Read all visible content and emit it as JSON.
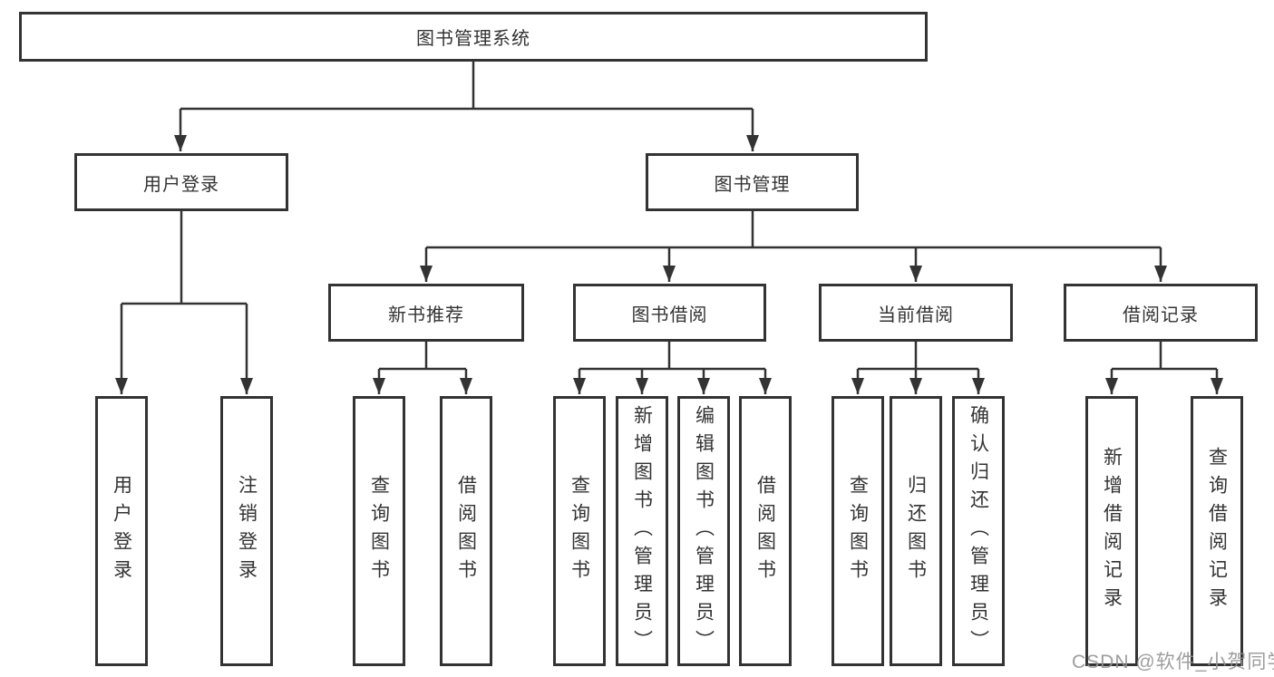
{
  "nodes": {
    "root": "图书管理系统",
    "user_login": "用户登录",
    "book_mgmt": "图书管理",
    "new_book_rec": "新书推荐",
    "book_borrow": "图书借阅",
    "current_borrow": "当前借阅",
    "borrow_records": "借阅记录",
    "ul_login": "用户登录",
    "ul_logout": "注销登录",
    "nb_query": "查询图书",
    "nb_borrow": "借阅图书",
    "bb_query": "查询图书",
    "bb_add": "新增图书（管理员）",
    "bb_edit": "编辑图书（管理员）",
    "bb_borrow": "借阅图书",
    "cb_query": "查询图书",
    "cb_return": "归还图书",
    "cb_confirm": "确认归还（管理员）",
    "br_add": "新增借阅记录",
    "br_query": "查询借阅记录"
  },
  "tree": {
    "图书管理系统": [
      "用户登录",
      "图书管理"
    ],
    "用户登录": [
      "用户登录",
      "注销登录"
    ],
    "图书管理": [
      "新书推荐",
      "图书借阅",
      "当前借阅",
      "借阅记录"
    ],
    "新书推荐": [
      "查询图书",
      "借阅图书"
    ],
    "图书借阅": [
      "查询图书",
      "新增图书（管理员）",
      "编辑图书（管理员）",
      "借阅图书"
    ],
    "当前借阅": [
      "查询图书",
      "归还图书",
      "确认归还（管理员）"
    ],
    "借阅记录": [
      "新增借阅记录",
      "查询借阅记录"
    ]
  },
  "watermark": "CSDN @软件_小贺同学",
  "colors": {
    "line": "#333333",
    "text": "#333333",
    "box_background": "#ffffff",
    "watermark": "#949494"
  }
}
